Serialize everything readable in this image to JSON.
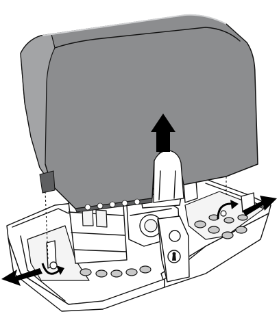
{
  "figure": {
    "description_free": true,
    "colors": {
      "cover": "#8c8d8f",
      "cover_edge": "#a3a4a6",
      "cover_dark": "#5e5f61",
      "line": "#111111",
      "base": "#ffffff",
      "arrow": "#000000"
    },
    "icons": [
      "lift-cover-arrow",
      "left-push-arrow",
      "right-push-arrow",
      "rotate-screw-left-icon",
      "rotate-screw-right-icon",
      "lock-keyhole-icon"
    ]
  }
}
